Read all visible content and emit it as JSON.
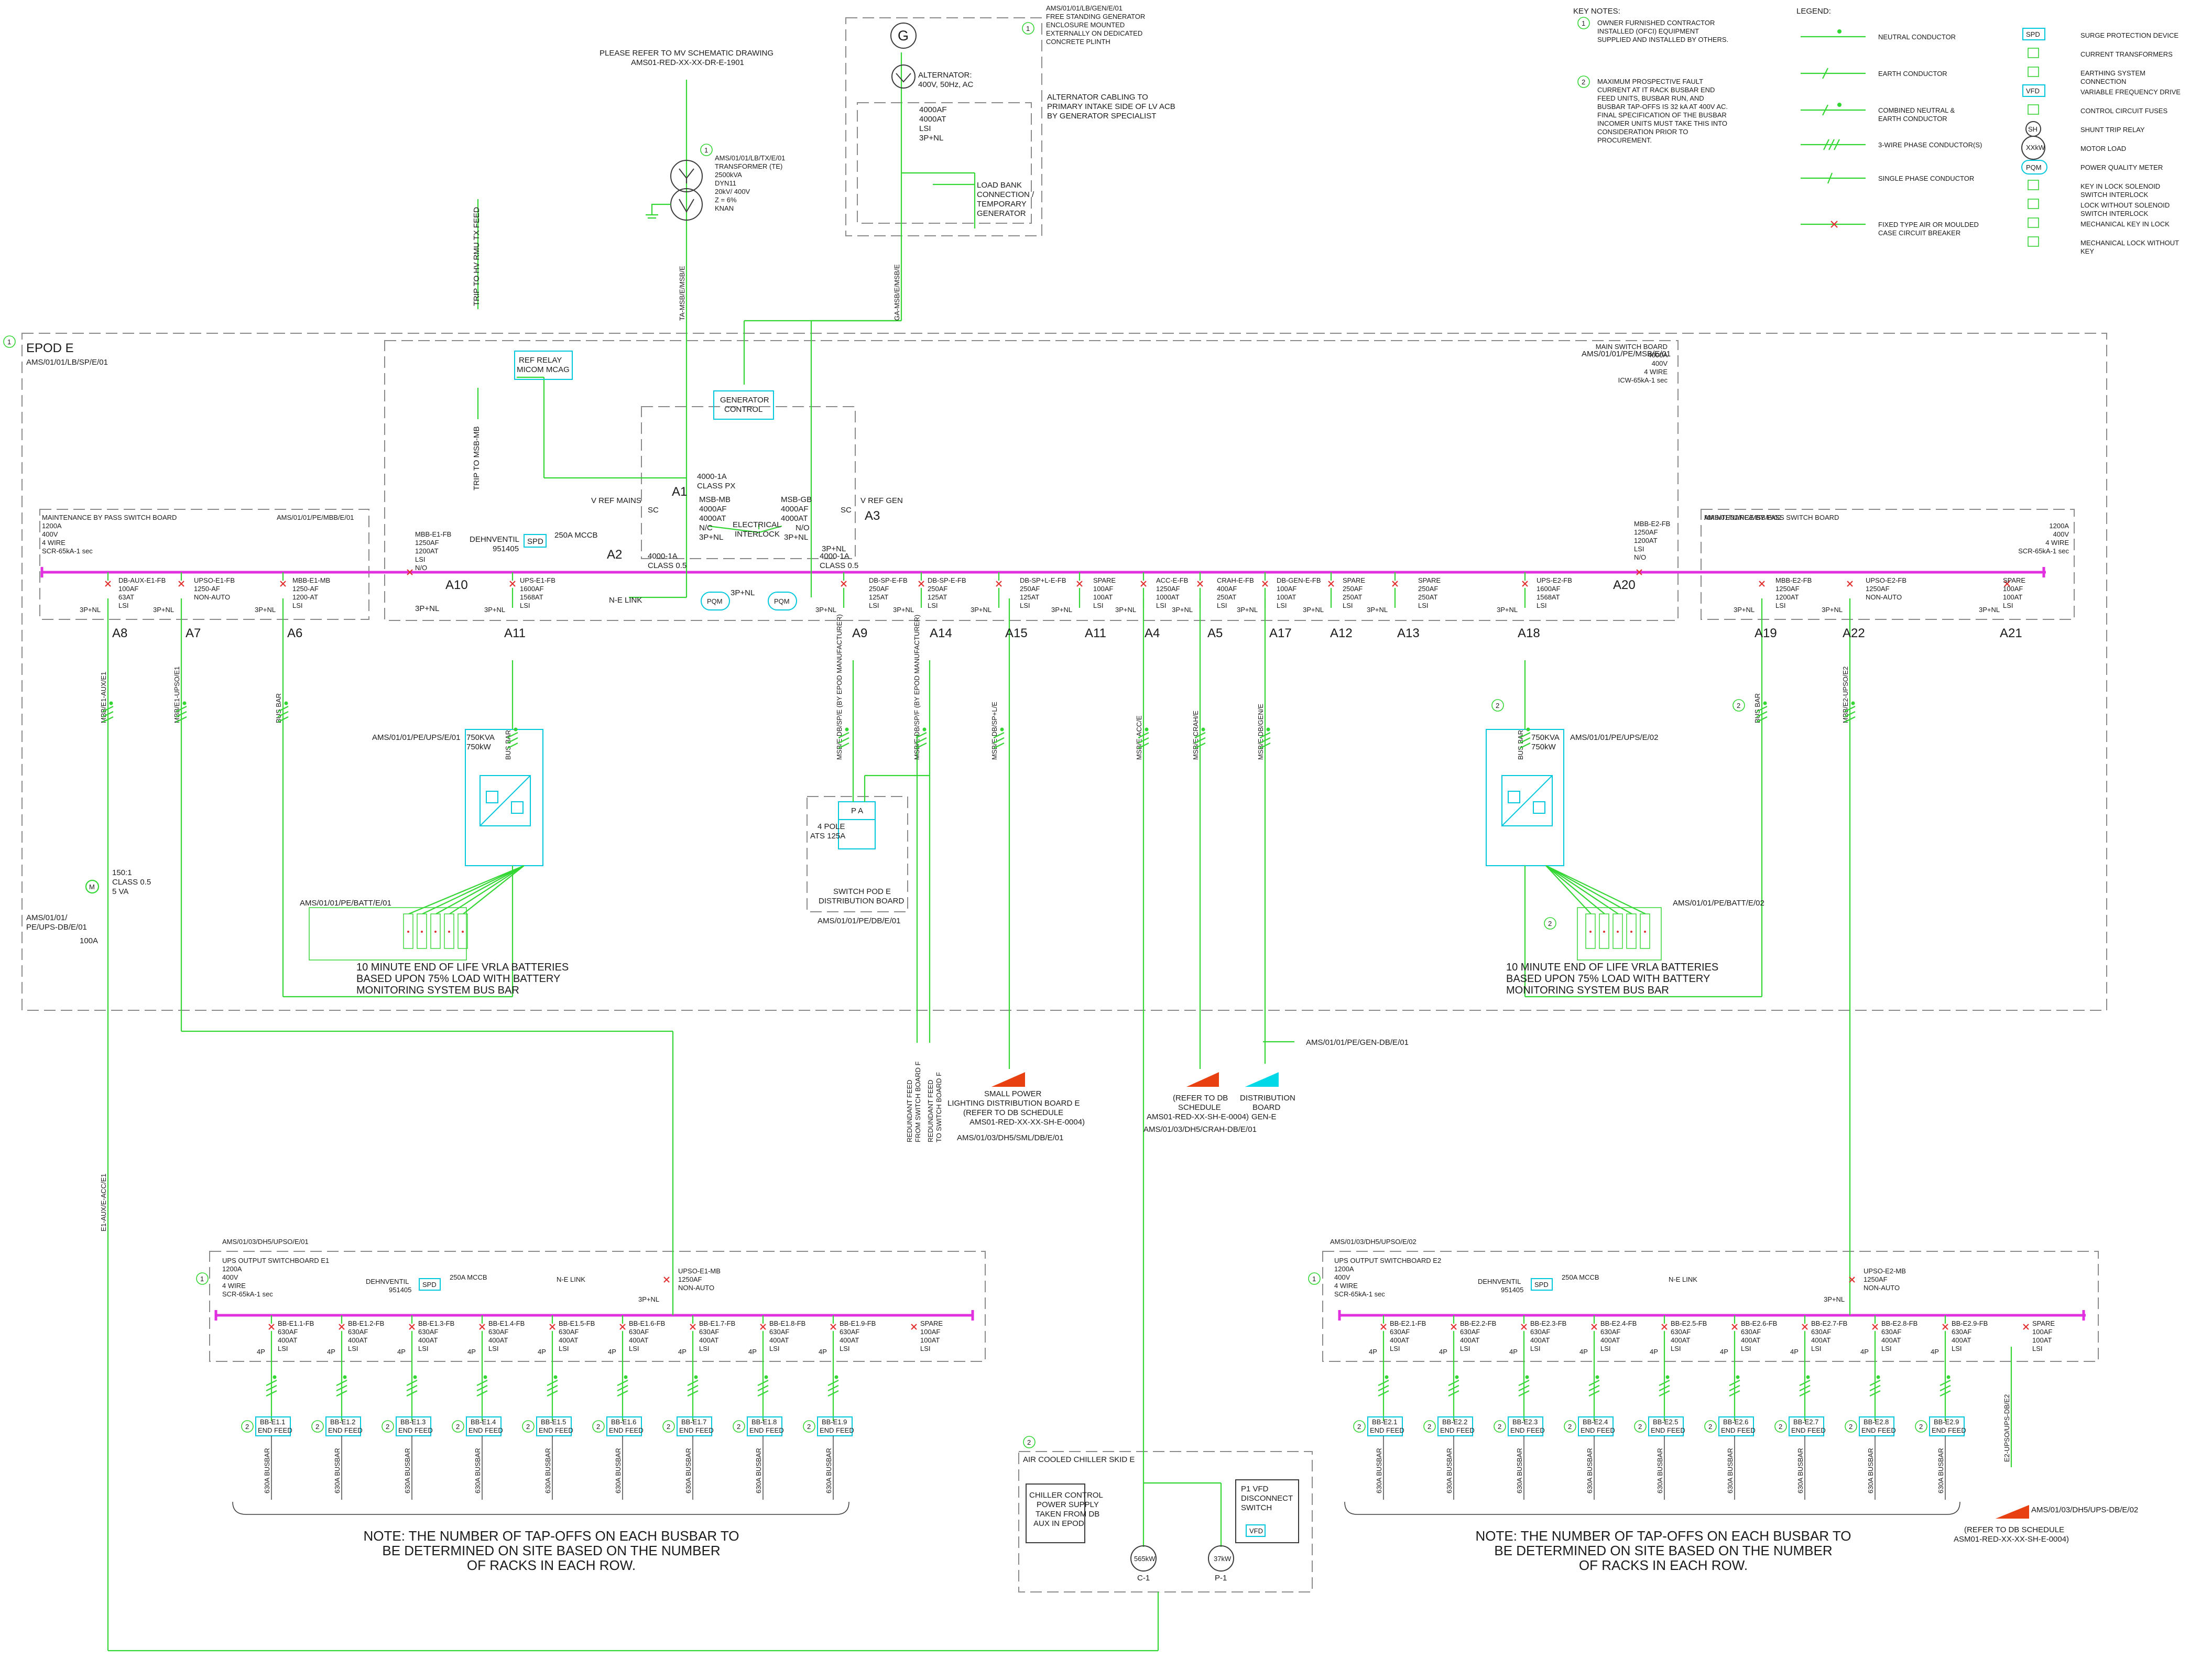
{
  "colors": {
    "conductor": "#33d633",
    "busbar": "#e030e0",
    "device": "#00c8dc",
    "feeder_red": "#e84010",
    "feeder_cyan": "#00d8e8",
    "breaker": "#e03030"
  },
  "notes": {
    "key_notes_title": "KEY NOTES:",
    "k1": [
      "OWNER FURNISHED CONTRACTOR",
      "INSTALLED (OFCI) EQUIPMENT",
      "SUPPLIED AND INSTALLED BY OTHERS."
    ],
    "k2": [
      "MAXIMUM PROSPECTIVE FAULT",
      "CURRENT AT IT RACK BUSBAR END",
      "FEED UNITS, BUSBAR RUN, AND",
      "BUSBAR TAP-OFFS IS 32 kA AT 400V AC.",
      "FINAL SPECIFICATION OF THE BUSBAR",
      "INCOMER UNITS MUST TAKE THIS INTO",
      "CONSIDERATION PRIOR TO",
      "PROCUREMENT."
    ]
  },
  "legend": {
    "title": "LEGEND:",
    "left": [
      {
        "icon": "neutral",
        "lines": [
          "NEUTRAL CONDUCTOR"
        ]
      },
      {
        "icon": "earth",
        "lines": [
          "EARTH CONDUCTOR"
        ]
      },
      {
        "icon": "combined",
        "lines": [
          "COMBINED NEUTRAL &",
          "EARTH CONDUCTOR"
        ]
      },
      {
        "icon": "threewire",
        "lines": [
          "3-WIRE PHASE CONDUCTOR(S)"
        ]
      },
      {
        "icon": "single",
        "lines": [
          "SINGLE PHASE CONDUCTOR"
        ]
      },
      {
        "icon": "breaker",
        "lines": [
          "FIXED TYPE AIR OR MOULDED",
          "CASE CIRCUIT BREAKER"
        ]
      }
    ],
    "right": [
      {
        "tag": "SPD",
        "lines": [
          "SURGE PROTECTION DEVICE"
        ]
      },
      {
        "tag": "",
        "lines": [
          "CURRENT TRANSFORMERS"
        ]
      },
      {
        "tag": "",
        "lines": [
          "EARTHING SYSTEM",
          "CONNECTION"
        ]
      },
      {
        "tag": "VFD",
        "lines": [
          "VARIABLE FREQUENCY DRIVE"
        ]
      },
      {
        "tag": "",
        "lines": [
          "CONTROL CIRCUIT FUSES"
        ]
      },
      {
        "tag": "SH",
        "lines": [
          "SHUNT TRIP RELAY"
        ]
      },
      {
        "tag": "XXkW",
        "lines": [
          "MOTOR LOAD"
        ]
      },
      {
        "tag": "PQM",
        "lines": [
          "POWER QUALITY METER"
        ]
      },
      {
        "tag": "",
        "lines": [
          "KEY IN LOCK SOLENOID",
          "SWITCH INTERLOCK"
        ]
      },
      {
        "tag": "",
        "lines": [
          "LOCK WITHOUT SOLENOID",
          "SWITCH INTERLOCK"
        ]
      },
      {
        "tag": "",
        "lines": [
          "MECHANICAL KEY IN LOCK"
        ]
      },
      {
        "tag": "",
        "lines": [
          "MECHANICAL LOCK WITHOUT",
          "KEY"
        ]
      }
    ]
  },
  "top": {
    "mv_ref": [
      "PLEASE REFER TO MV SCHEMATIC DRAWING",
      "AMS01-RED-XX-XX-DR-E-1901"
    ],
    "transformer": [
      "AMS/01/01/LB/TX/E/01",
      "TRANSFORMER (TE)",
      "2500kVA",
      "DYN11",
      "20kV/ 400V",
      "Z = 6%",
      "KNAN"
    ],
    "generator_title": [
      "AMS/01/01/LB/GEN/E/01",
      "FREE STANDING GENERATOR",
      "ENCLOSURE MOUNTED",
      "EXTERNALLY ON DEDICATED",
      "CONCRETE PLINTH"
    ],
    "gen_symbol": "G",
    "alternator": [
      "ALTERNATOR:",
      "400V, 50Hz, AC"
    ],
    "gen_breaker": [
      "4000AF",
      "4000AT",
      "LSI",
      "3P+NL"
    ],
    "alt_cabling": [
      "ALTERNATOR CABLING TO",
      "PRIMARY INTAKE SIDE OF LV ACB",
      "BY GENERATOR SPECIALIST"
    ],
    "load_bank": [
      "LOAD BANK",
      "CONNECTION /",
      "TEMPORARY",
      "GENERATOR"
    ],
    "trip_hv": "TRIP TO HV RMU TX FEED",
    "trip_msb": "TRIP TO MSB-MB",
    "cable_ta": "TA-MSB/E/MSB/E",
    "cable_ga": "GA-MSB/E/MSB/E"
  },
  "epod": {
    "title": "EPOD E",
    "ref": "AMS/01/01/LB/SP/E/01",
    "msb": [
      "MAIN SWITCH BOARD",
      "4000A",
      "400V",
      "4 WIRE",
      "ICW-65kA-1 sec"
    ],
    "msb_ref": "AMS/01/01/PE/MSB/E/01",
    "ref_relay": [
      "REF RELAY",
      "MICOM MCAG"
    ],
    "gen_control": [
      "GENERATOR",
      "CONTROL"
    ],
    "ct_a1": [
      "4000-1A",
      "CLASS PX"
    ],
    "v_ref_mains": "V REF MAINS",
    "v_ref_gen": "V REF GEN",
    "sc": "SC",
    "a1": "A1",
    "a2": "A2",
    "a3": "A3",
    "msb_mb": [
      "MSB-MB",
      "4000AF",
      "4000AT",
      "N/C",
      "3P+NL"
    ],
    "msb_gb": [
      "MSB-GB",
      "4000AF",
      "4000AT",
      "N/O",
      "3P+NL"
    ],
    "interlock": [
      "ELECTRICAL",
      "INTERLOCK"
    ],
    "mccb": "250A MCCB",
    "dehnventil": [
      "DEHNVENTIL",
      "951405"
    ],
    "spd": "SPD",
    "ct_mains": [
      "4000-1A",
      "CLASS 0.5"
    ],
    "ct_gen": [
      "4000-1A",
      "CLASS 0.5"
    ],
    "three_p_nl": "3P+NL",
    "ne_link": "N-E LINK",
    "pqm": "PQM",
    "mbb_e1_fb": [
      "MBB-E1-FB",
      "1250AF",
      "1200AT",
      "LSI",
      "N/O"
    ],
    "mbb_e2_fb": [
      "MBB-E2-FB",
      "1250AF",
      "1200AT",
      "LSI",
      "N/O"
    ],
    "a10": "A10",
    "a20": "A20",
    "feeders": [
      {
        "lines": [
          "UPS-E1-FB",
          "1600AF",
          "1568AT",
          "LSI"
        ],
        "pole": "3P+NL",
        "tag": "A11",
        "cable": "BUS BAR"
      },
      {
        "lines": [
          "DB-SP-E-FB",
          "250AF",
          "125AT",
          "LSI"
        ],
        "pole": "3P+NL",
        "tag": "A9",
        "cable": "MSB/E-DB/SP/E (BY EPOD MANUFACTURER)"
      },
      {
        "lines": [
          "DB-SP-E-FB",
          "250AF",
          "125AT",
          "LSI"
        ],
        "pole": "3P+NL",
        "tag": "A14",
        "cable": "MSB/E-DB/SP/F (BY EPOD MANUFACTURER)"
      },
      {
        "lines": [
          "DB-SP+L-E-FB",
          "250AF",
          "125AT",
          "LSI"
        ],
        "pole": "3P+NL",
        "tag": "A15",
        "cable": "MSB/E-DB/SP+L/E"
      },
      {
        "lines": [
          "SPARE",
          "100AF",
          "100AT",
          "LSI"
        ],
        "pole": "3P+NL",
        "tag": "A11",
        "cable": ""
      },
      {
        "lines": [
          "ACC-E-FB",
          "1250AF",
          "1000AT",
          "LSI"
        ],
        "pole": "3P+NL",
        "tag": "A4",
        "cable": "MSB/E-ACC/E"
      },
      {
        "lines": [
          "CRAH-E-FB",
          "400AF",
          "250AT",
          "LSI"
        ],
        "pole": "3P+NL",
        "tag": "A5",
        "cable": "MSB/E-CRAH/E"
      },
      {
        "lines": [
          "DB-GEN-E-FB",
          "100AF",
          "100AT",
          "LSI"
        ],
        "pole": "3P+NL",
        "tag": "A17",
        "cable": "MSB/E-DB/GEN/E"
      },
      {
        "lines": [
          "SPARE",
          "250AF",
          "250AT",
          "LSI"
        ],
        "pole": "3P+NL",
        "tag": "A12",
        "cable": ""
      },
      {
        "lines": [
          "SPARE",
          "250AF",
          "250AT",
          "LSI"
        ],
        "pole": "3P+NL",
        "tag": "A13",
        "cable": ""
      },
      {
        "lines": [
          "UPS-E2-FB",
          "1600AF",
          "1568AT",
          "LSI"
        ],
        "pole": "3P+NL",
        "tag": "A18",
        "cable": "BUS BAR"
      }
    ]
  },
  "mbb_e1": {
    "title": [
      "MAINTENANCE BY PASS SWITCH BOARD",
      "1200A",
      "400V",
      "4 WIRE",
      "SCR-65kA-1 sec"
    ],
    "ref": "AMS/01/01/PE/MBB/E/01",
    "feeders": [
      {
        "lines": [
          "DB-AUX-E1-FB",
          "100AF",
          "63AT",
          "LSI"
        ],
        "pole": "3P+NL",
        "tag": "A8",
        "cable": "MBB/E1-AUX/E1"
      },
      {
        "lines": [
          "UPSO-E1-FB",
          "1250-AF",
          "NON-AUTO"
        ],
        "pole": "3P+NL",
        "tag": "A7",
        "cable": "MBB/E1-UPSO/E1"
      },
      {
        "lines": [
          "MBB-E1-MB",
          "1250-AF",
          "1200-AT",
          "LSI"
        ],
        "pole": "3P+NL",
        "tag": "A6",
        "cable": "BUS BAR"
      }
    ]
  },
  "mbb_e2": {
    "title": [
      "MAINTENANCE BY PASS SWITCH BOARD",
      "1200A",
      "400V",
      "4 WIRE",
      "SCR-65kA-1 sec"
    ],
    "ref": "AMS/01/01/PE/MSB/E/02",
    "feeders": [
      {
        "lines": [
          "MBB-E2-FB",
          "1250AF",
          "1200AT",
          "LSI"
        ],
        "pole": "3P+NL",
        "tag": "A19",
        "cable": "BUS BAR"
      },
      {
        "lines": [
          "UPSO-E2-FB",
          "1250AF",
          "NON-AUTO"
        ],
        "pole": "3P+NL",
        "tag": "A22",
        "cable": "MBB/E2-UPSO/E2"
      },
      {
        "lines": [
          "SPARE",
          "100AF",
          "100AT",
          "LSI"
        ],
        "pole": "3P+NL",
        "tag": "A21",
        "cable": ""
      }
    ]
  },
  "ups_e1": {
    "ref": "AMS/01/01/PE/UPS/E/01",
    "rating": [
      "750KVA",
      "750kW"
    ],
    "batt_ref": "AMS/01/01/PE/BATT/E/01",
    "batt_note": [
      "10 MINUTE END OF LIFE VRLA BATTERIES",
      "BASED UPON 75% LOAD WITH BATTERY",
      "MONITORING SYSTEM BUS BAR"
    ]
  },
  "ups_e2": {
    "ref": "AMS/01/01/PE/UPS/E/02",
    "rating": [
      "750KVA",
      "750kW"
    ],
    "batt_ref": "AMS/01/01/PE/BATT/E/02",
    "batt_note": [
      "10 MINUTE END OF LIFE VRLA BATTERIES",
      "BASED UPON 75% LOAD WITH BATTERY",
      "MONITORING SYSTEM BUS BAR"
    ]
  },
  "ats": {
    "pa": "P A",
    "lines": [
      "4 POLE",
      "ATS 125A"
    ],
    "board": [
      "SWITCH POD E",
      "DISTRIBUTION BOARD"
    ],
    "ref": "AMS/01/01/PE/DB/E/01"
  },
  "aux": {
    "ct": [
      "150:1",
      "CLASS 0.5",
      "5 VA"
    ],
    "m": "M",
    "ref": [
      "AMS/01/01/",
      "PE/UPS-DB/E/01"
    ],
    "rating": "100A",
    "cable": "E1-AUX/E-ACC/E1"
  },
  "redundant": [
    "REDUNDANT FEED",
    "FROM SWITCH BOARD F",
    "REDUNDANT FEED",
    "TO SWITCH BOARD F"
  ],
  "small_power": {
    "lines": [
      "SMALL POWER",
      "LIGHTING DISTRIBUTION BOARD E",
      "(REFER TO DB SCHEDULE",
      "AMS01-RED-XX-XX-SH-E-0004)"
    ],
    "ref": "AMS/01/03/DH5/SML/DB/E/01"
  },
  "crah": {
    "lines": [
      "(REFER TO DB",
      "SCHEDULE",
      "AMS01-RED-XX-SH-E-0004)"
    ],
    "ref": "AMS/01/03/DH5/CRAH-DB/E/01"
  },
  "gen_db": {
    "ref": "AMS/01/01/PE/GEN-DB/E/01",
    "lines": [
      "DISTRIBUTION",
      "BOARD",
      "GEN-E"
    ]
  },
  "uop_e1": {
    "ref": "AMS/01/03/DH5/UPSO/E/01",
    "title": [
      "UPS OUTPUT SWITCHBOARD E1",
      "1200A",
      "400V",
      "4 WIRE",
      "SCR-65kA-1 sec"
    ],
    "spd": "SPD",
    "mccb": "250A MCCB",
    "dehnventil": [
      "DEHNVENTIL",
      "951405"
    ],
    "ne_link": "N-E LINK",
    "incomer": [
      "UPSO-E1-MB",
      "1250AF",
      "NON-AUTO"
    ],
    "incomer_pole": "3P+NL",
    "feeders": [
      {
        "lines": [
          "BB-E1.1-FB",
          "630AF",
          "400AT",
          "LSI"
        ],
        "end": [
          "BB-E1.1",
          "END FEED"
        ]
      },
      {
        "lines": [
          "BB-E1.2-FB",
          "630AF",
          "400AT",
          "LSI"
        ],
        "end": [
          "BB-E1.2",
          "END FEED"
        ]
      },
      {
        "lines": [
          "BB-E1.3-FB",
          "630AF",
          "400AT",
          "LSI"
        ],
        "end": [
          "BB-E1.3",
          "END FEED"
        ]
      },
      {
        "lines": [
          "BB-E1.4-FB",
          "630AF",
          "400AT",
          "LSI"
        ],
        "end": [
          "BB-E1.4",
          "END FEED"
        ]
      },
      {
        "lines": [
          "BB-E1.5-FB",
          "630AF",
          "400AT",
          "LSI"
        ],
        "end": [
          "BB-E1.5",
          "END FEED"
        ]
      },
      {
        "lines": [
          "BB-E1.6-FB",
          "630AF",
          "400AT",
          "LSI"
        ],
        "end": [
          "BB-E1.6",
          "END FEED"
        ]
      },
      {
        "lines": [
          "BB-E1.7-FB",
          "630AF",
          "400AT",
          "LSI"
        ],
        "end": [
          "BB-E1.7",
          "END FEED"
        ]
      },
      {
        "lines": [
          "BB-E1.8-FB",
          "630AF",
          "400AT",
          "LSI"
        ],
        "end": [
          "BB-E1.8",
          "END FEED"
        ]
      },
      {
        "lines": [
          "BB-E1.9-FB",
          "630AF",
          "400AT",
          "LSI"
        ],
        "end": [
          "BB-E1.9",
          "END FEED"
        ]
      }
    ],
    "spare": [
      "SPARE",
      "100AF",
      "100AT",
      "LSI"
    ],
    "pole": "4P",
    "busbar": "630A BUSBAR",
    "note": [
      "NOTE: THE NUMBER OF TAP-OFFS ON EACH BUSBAR TO",
      "BE DETERMINED ON SITE BASED ON THE NUMBER",
      "OF RACKS IN EACH ROW."
    ]
  },
  "uop_e2": {
    "ref": "AMS/01/03/DH5/UPSO/E/02",
    "title": [
      "UPS OUTPUT SWITCHBOARD E2",
      "1200A",
      "400V",
      "4 WIRE",
      "SCR-65kA-1 sec"
    ],
    "spd": "SPD",
    "mccb": "250A MCCB",
    "dehnventil": [
      "DEHNVENTIL",
      "951405"
    ],
    "ne_link": "N-E LINK",
    "incomer": [
      "UPSO-E2-MB",
      "1250AF",
      "NON-AUTO"
    ],
    "incomer_pole": "3P+NL",
    "feeders": [
      {
        "lines": [
          "BB-E2.1-FB",
          "630AF",
          "400AT",
          "LSI"
        ],
        "end": [
          "BB-E2.1",
          "END FEED"
        ]
      },
      {
        "lines": [
          "BB-E2.2-FB",
          "630AF",
          "400AT",
          "LSI"
        ],
        "end": [
          "BB-E2.2",
          "END FEED"
        ]
      },
      {
        "lines": [
          "BB-E2.3-FB",
          "630AF",
          "400AT",
          "LSI"
        ],
        "end": [
          "BB-E2.3",
          "END FEED"
        ]
      },
      {
        "lines": [
          "BB-E2.4-FB",
          "630AF",
          "400AT",
          "LSI"
        ],
        "end": [
          "BB-E2.4",
          "END FEED"
        ]
      },
      {
        "lines": [
          "BB-E2.5-FB",
          "630AF",
          "400AT",
          "LSI"
        ],
        "end": [
          "BB-E2.5",
          "END FEED"
        ]
      },
      {
        "lines": [
          "BB-E2.6-FB",
          "630AF",
          "400AT",
          "LSI"
        ],
        "end": [
          "BB-E2.6",
          "END FEED"
        ]
      },
      {
        "lines": [
          "BB-E2.7-FB",
          "630AF",
          "400AT",
          "LSI"
        ],
        "end": [
          "BB-E2.7",
          "END FEED"
        ]
      },
      {
        "lines": [
          "BB-E2.8-FB",
          "630AF",
          "400AT",
          "LSI"
        ],
        "end": [
          "BB-E2.8",
          "END FEED"
        ]
      },
      {
        "lines": [
          "BB-E2.9-FB",
          "630AF",
          "400AT",
          "LSI"
        ],
        "end": [
          "BB-E2.9",
          "END FEED"
        ]
      }
    ],
    "spare": [
      "SPARE",
      "100AF",
      "100AT",
      "LSI"
    ],
    "pole": "4P",
    "busbar": "630A BUSBAR",
    "note": [
      "NOTE: THE NUMBER OF TAP-OFFS ON EACH BUSBAR TO",
      "BE DETERMINED ON SITE BASED ON THE NUMBER",
      "OF RACKS IN EACH ROW."
    ],
    "ups_db_ref": "AMS/01/03/DH5/UPS-DB/E/02",
    "ups_db_lines": [
      "(REFER TO DB SCHEDULE",
      "ASM01-RED-XX-XX-SH-E-0004)"
    ],
    "cable": "E2-UPSO/UPS-DB/E2"
  },
  "chiller": {
    "title": "AIR COOLED CHILLER SKID E",
    "control": [
      "CHILLER CONTROL",
      "POWER SUPPLY",
      "TAKEN FROM DB",
      "AUX IN EPOD"
    ],
    "vfd_note": [
      "P1 VFD",
      "DISCONNECT",
      "SWITCH"
    ],
    "vfd": "VFD",
    "m1": "565kW",
    "m1_tag": "C-1",
    "m2": "37kW",
    "m2_tag": "P-1"
  },
  "tags": {
    "one": "1",
    "two": "2"
  }
}
